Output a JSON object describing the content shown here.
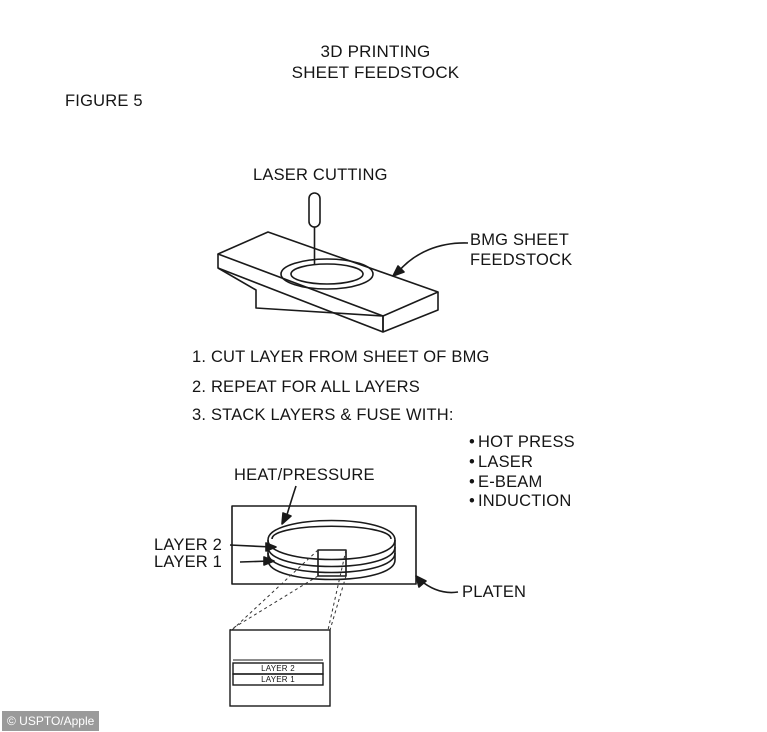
{
  "title": {
    "line1": "3D PRINTING",
    "line2": "SHEET FEEDSTOCK"
  },
  "figure_label": "FIGURE 5",
  "labels": {
    "laser_cutting": "LASER CUTTING",
    "bmg_sheet_line1": "BMG SHEET",
    "bmg_sheet_line2": "FEEDSTOCK",
    "heat_pressure": "HEAT/PRESSURE",
    "layer_2": "LAYER 2",
    "layer_1": "LAYER 1",
    "platen": "PLATEN",
    "inset_layer_2": "LAYER 2",
    "inset_layer_1": "LAYER 1"
  },
  "steps": [
    "1. CUT LAYER FROM SHEET OF BMG",
    "2. REPEAT FOR ALL LAYERS",
    "3. STACK LAYERS & FUSE WITH:"
  ],
  "fuse_methods": [
    "HOT PRESS",
    "LASER",
    "E-BEAM",
    "INDUCTION"
  ],
  "credit": "© USPTO/Apple"
}
